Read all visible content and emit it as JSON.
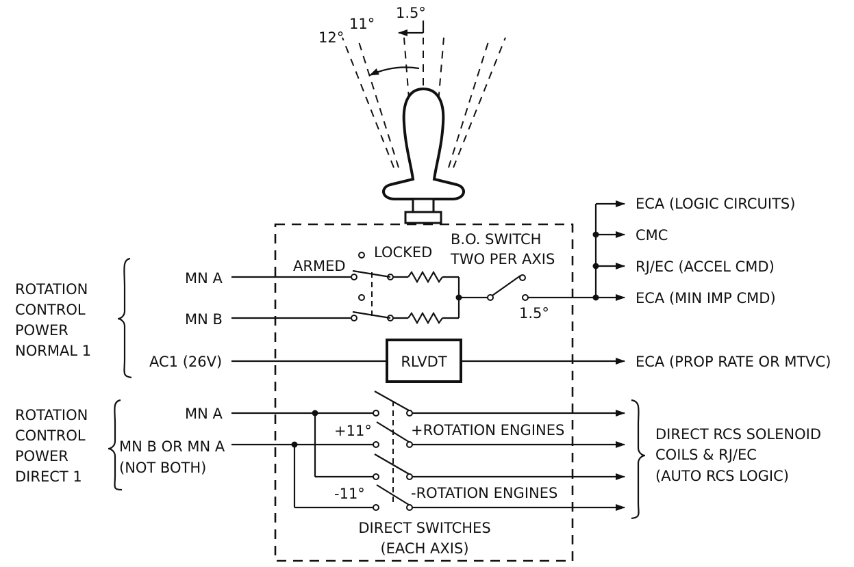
{
  "angles": {
    "a12": "12°",
    "a11": "11°",
    "a15": "1.5°"
  },
  "box": {
    "locked": "LOCKED",
    "armed": "ARMED",
    "bo_line1": "B.O. SWITCH",
    "bo_line2": "TWO PER AXIS",
    "bo_angle": "1.5°",
    "rlvdt": "RLVDT"
  },
  "left_normal": {
    "line1": "ROTATION",
    "line2": "CONTROL",
    "line3": "POWER",
    "line4": "NORMAL 1",
    "mna": "MN A",
    "mnb": "MN B",
    "ac1": "AC1 (26V)"
  },
  "left_direct": {
    "line1": "ROTATION",
    "line2": "CONTROL",
    "line3": "POWER",
    "line4": "DIRECT 1",
    "mna": "MN A",
    "mnb_or_mna": "MN B OR MN A",
    "not_both": "(NOT BOTH)"
  },
  "outputs": {
    "logic": "ECA (LOGIC CIRCUITS)",
    "cmc": "CMC",
    "rjec": "RJ/EC (ACCEL CMD)",
    "min_imp": "ECA (MIN IMP CMD)",
    "prop_rate": "ECA (PROP RATE OR MTVC)"
  },
  "direct": {
    "plus11": "+11°",
    "plus_rot": "+ROTATION ENGINES",
    "minus11": "-11°",
    "minus_rot": "-ROTATION ENGINES",
    "sw1": "DIRECT SWITCHES",
    "sw2": "(EACH AXIS)"
  },
  "right_direct": {
    "line1": "DIRECT RCS SOLENOID",
    "line2": "COILS & RJ/EC",
    "line3": "(AUTO RCS LOGIC)"
  }
}
